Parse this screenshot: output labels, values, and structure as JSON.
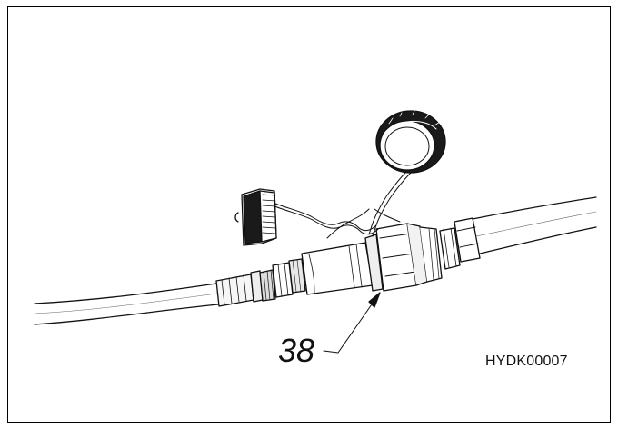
{
  "figure": {
    "callout_number": "38",
    "figure_id": "HYDK00007"
  },
  "colors": {
    "ink": "#111111",
    "hose_shade": "#f4f4f4",
    "metal_dark": "#222222",
    "background": "#ffffff"
  },
  "icons": {
    "leader_arrow": "arrow-leader",
    "chain": "chain-links",
    "dust_cap": "hex-dust-cap",
    "dust_plug": "threaded-dust-plug"
  }
}
